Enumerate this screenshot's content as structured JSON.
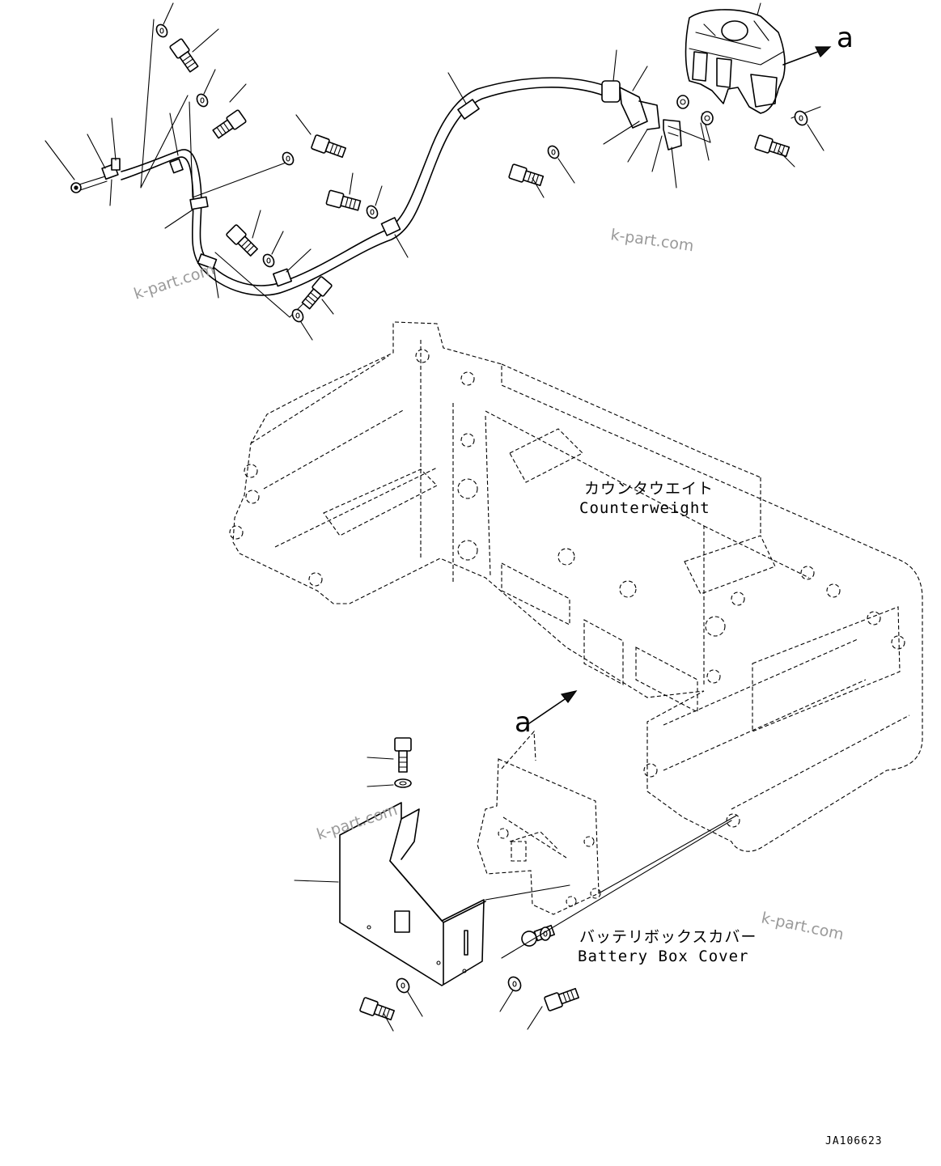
{
  "labels": {
    "counterweight_jp": "カウンタウエイト",
    "counterweight_en": "Counterweight",
    "battery_cover_jp": "バッテリボックスカバー",
    "battery_cover_en": "Battery Box Cover",
    "view_marker_top": "a",
    "view_marker_bottom": "a",
    "drawing_code": "JA106623"
  },
  "watermarks": [
    "k-part.com",
    "k-part.com",
    "k-part.com",
    "k-part.com"
  ],
  "icons": [
    "bolt-icon",
    "washer-icon",
    "clamp-icon",
    "harness-icon",
    "arrow-icon"
  ]
}
